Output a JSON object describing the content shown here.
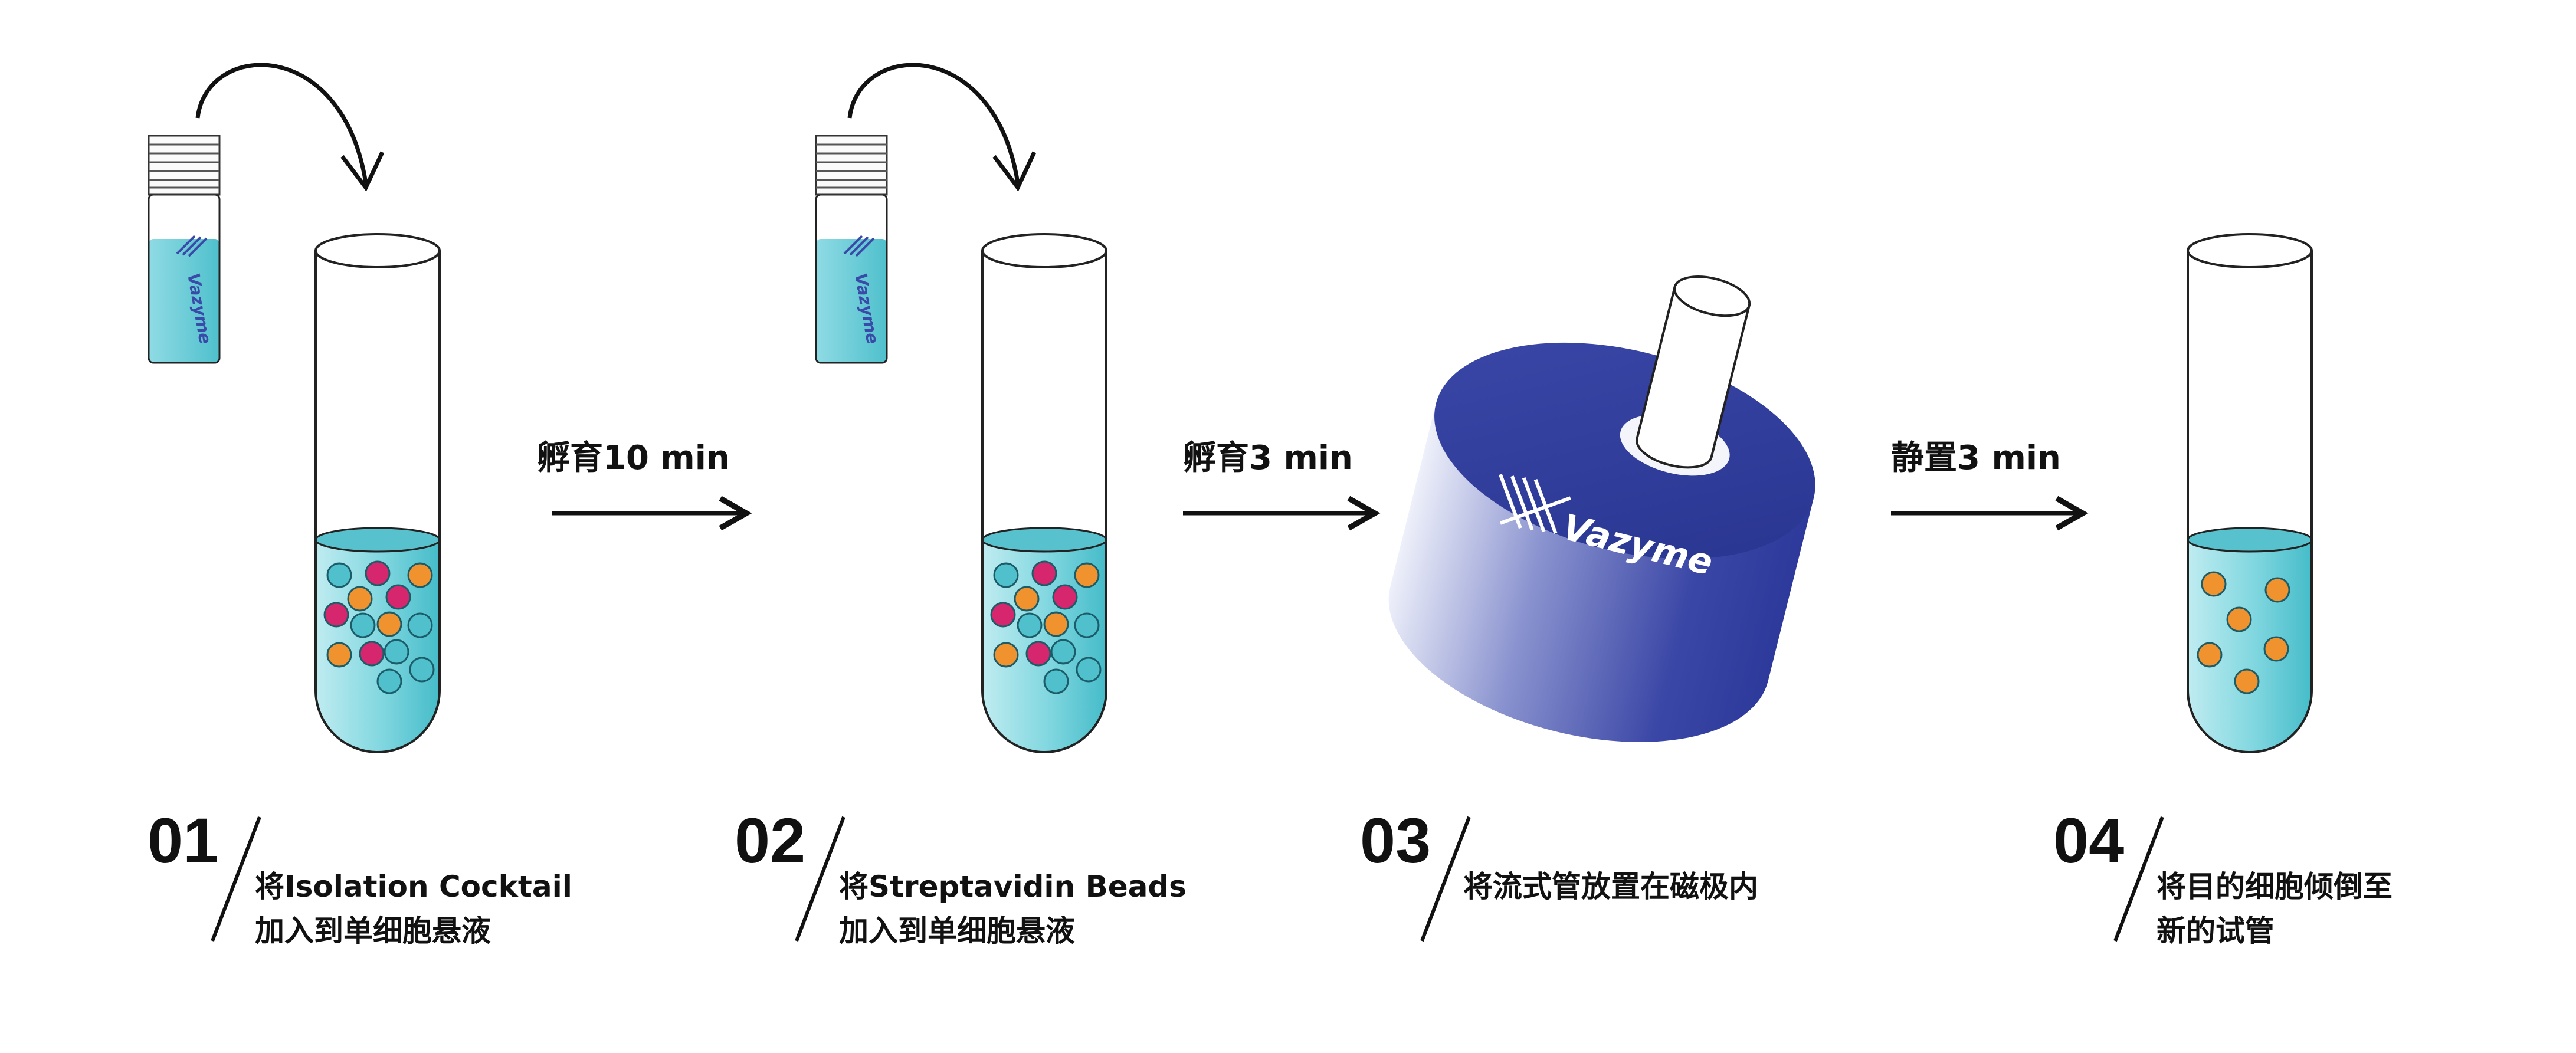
{
  "brand": {
    "name": "Vazyme",
    "colors": {
      "liquid": "#5cc8d4",
      "liquid_light": "#bfecf1",
      "magnet": "#2d3a9b",
      "magnet_light": "#dfe2f4",
      "cell_orange": "#f0922e",
      "cell_pink": "#d6266e",
      "cell_teal": "#4fc0cc"
    }
  },
  "arrows": [
    {
      "label": "孵育10 min"
    },
    {
      "label": "孵育3 min"
    },
    {
      "label": "静置3 min"
    }
  ],
  "steps": [
    {
      "number": "01",
      "line1": "将Isolation Cocktail",
      "line2": "加入到单细胞悬液"
    },
    {
      "number": "02",
      "line1": "将Streptavidin Beads",
      "line2": "加入到单细胞悬液"
    },
    {
      "number": "03",
      "line1": "将流式管放置在磁极内",
      "line2": ""
    },
    {
      "number": "04",
      "line1": "将目的细胞倾倒至",
      "line2": "新的试管"
    }
  ]
}
